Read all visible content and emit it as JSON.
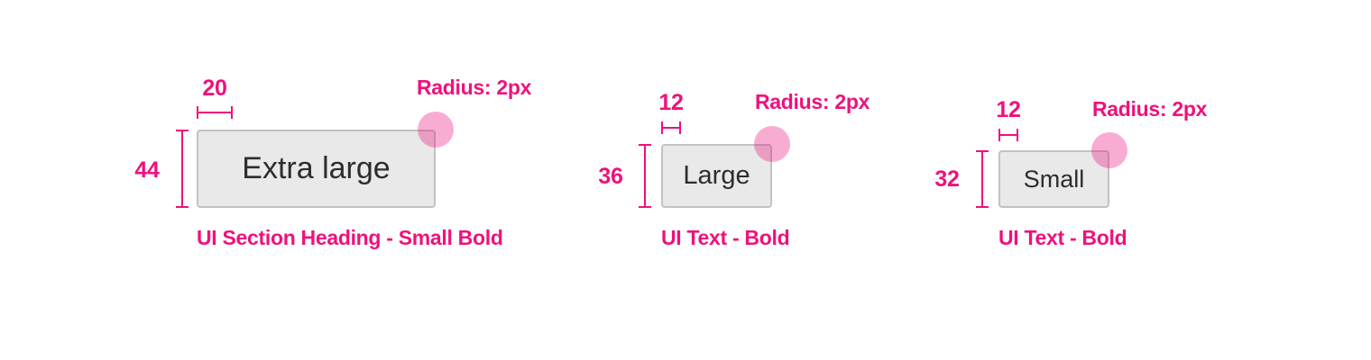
{
  "colors": {
    "accent_pink": "#EF117C",
    "corner_dot_pink": "rgba(239, 17, 124, 0.35)",
    "button_background": "#E9E9E9",
    "button_border": "#C2C2C2",
    "button_text": "#2D2D2D",
    "canvas_background": "#FFFFFF"
  },
  "groups": [
    {
      "id": "extra-large",
      "button_label": "Extra large",
      "height_value": "44",
      "padding_value": "20",
      "radius_note": "Radius: 2px",
      "typography_caption": "UI Section Heading - Small Bold"
    },
    {
      "id": "large",
      "button_label": "Large",
      "height_value": "36",
      "padding_value": "12",
      "radius_note": "Radius: 2px",
      "typography_caption": "UI Text - Bold"
    },
    {
      "id": "small",
      "button_label": "Small",
      "height_value": "32",
      "padding_value": "12",
      "radius_note": "Radius: 2px",
      "typography_caption": "UI Text - Bold"
    }
  ]
}
